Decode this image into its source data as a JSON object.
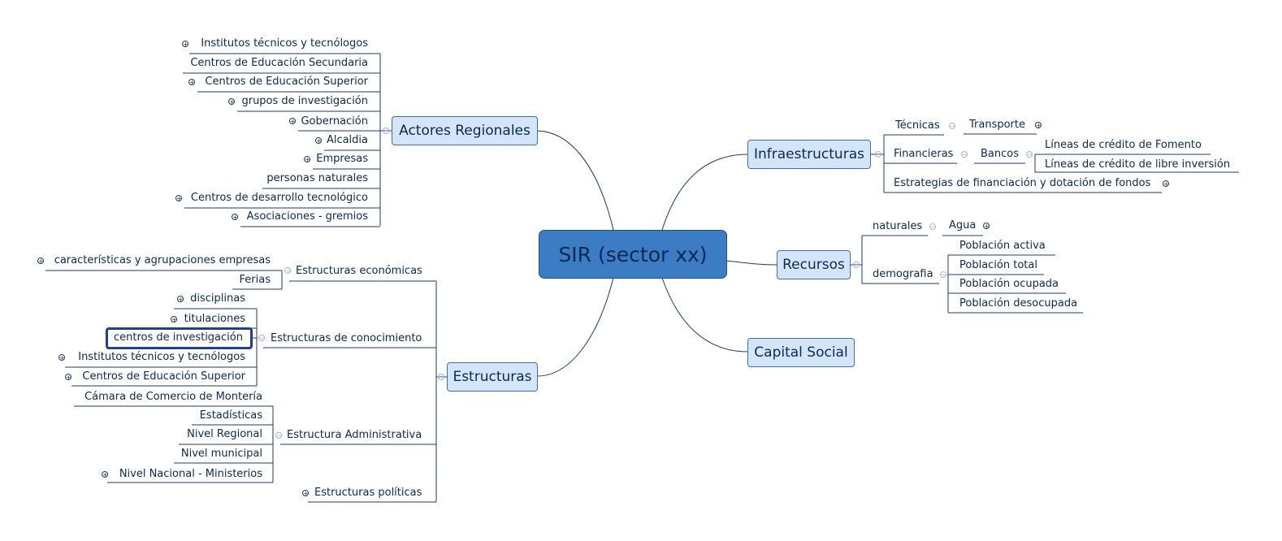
{
  "central": "SIR (sector xx)",
  "branches": {
    "actores": "Actores Regionales",
    "estructuras": "Estructuras",
    "infra": "Infraestructuras",
    "recursos": "Recursos",
    "capital": "Capital Social"
  },
  "actores": [
    "Institutos técnicos y tecnólogos",
    "Centros de Educación Secundaria",
    "Centros de Educación Superior",
    "grupos de investigación",
    "Gobernación",
    "Alcaldia",
    "Empresas",
    "personas naturales",
    "Centros de desarrollo tecnológico",
    "Asociaciones - gremios"
  ],
  "estructuras": {
    "economicas": {
      "label": "Estructuras económicas",
      "children": [
        "características y agrupaciones empresas",
        "Ferias"
      ]
    },
    "conocimiento": {
      "label": "Estructuras de conocimiento",
      "children": [
        "disciplinas",
        "titulaciones",
        "centros de investigación",
        "Institutos técnicos y tecnólogos",
        "Centros de Educación Superior"
      ]
    },
    "administrativa": {
      "label": "Estructura Administrativa",
      "children": [
        "Cámara de Comercio de Montería",
        "Estadísticas",
        "Nivel Regional",
        "Nivel municipal",
        "Nivel Nacional - Ministerios"
      ]
    },
    "politicas": {
      "label": "Estructuras políticas"
    }
  },
  "infra": {
    "tecnicas": "Técnicas",
    "transporte": "Transporte",
    "financieras": "Financieras",
    "bancos": "Bancos",
    "bancos_children": [
      "Líneas de crédito de Fomento",
      "Líneas de crédito de libre inversión"
    ],
    "estrategias": "Estrategias de financiación y dotación de fondos"
  },
  "recursos": {
    "naturales": "naturales",
    "agua": "Agua",
    "demografia": "demografia",
    "demografia_children": [
      "Población activa",
      "Población total",
      "Población ocupada",
      "Población desocupada"
    ]
  },
  "colors": {
    "central": "#3c7cc4",
    "branch": "#d5e5f9",
    "line": "#1d3b66",
    "selected": "#1f3f8f"
  }
}
